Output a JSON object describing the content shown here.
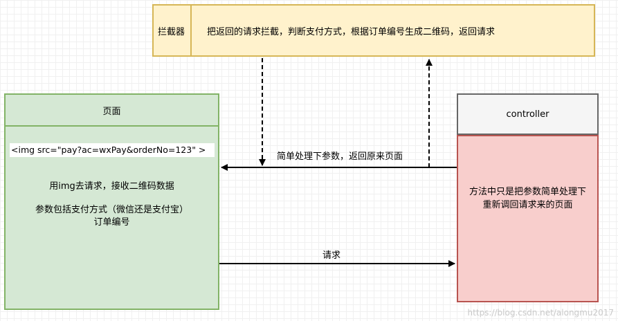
{
  "interceptor": {
    "label": "拦截器",
    "description": "把返回的请求拦截，判断支付方式，根据订单编号生成二维码，返回请求"
  },
  "page": {
    "title": "页面",
    "img_tag": "<img src=\"pay?ac=wxPay&orderNo=123\" >",
    "line1": "用img去请求，接收二维码数据",
    "line2": "参数包括支付方式（微信还是支付宝）",
    "line3": "订单编号"
  },
  "controller": {
    "title": "controller",
    "line1": "方法中只是把参数简单处理下",
    "line2": "重新调回请求来的页面"
  },
  "edges": {
    "return_label": "简单处理下参数，返回原来页面",
    "request_label": "请求"
  },
  "watermark": "https://blog.csdn.net/alongmu2017"
}
